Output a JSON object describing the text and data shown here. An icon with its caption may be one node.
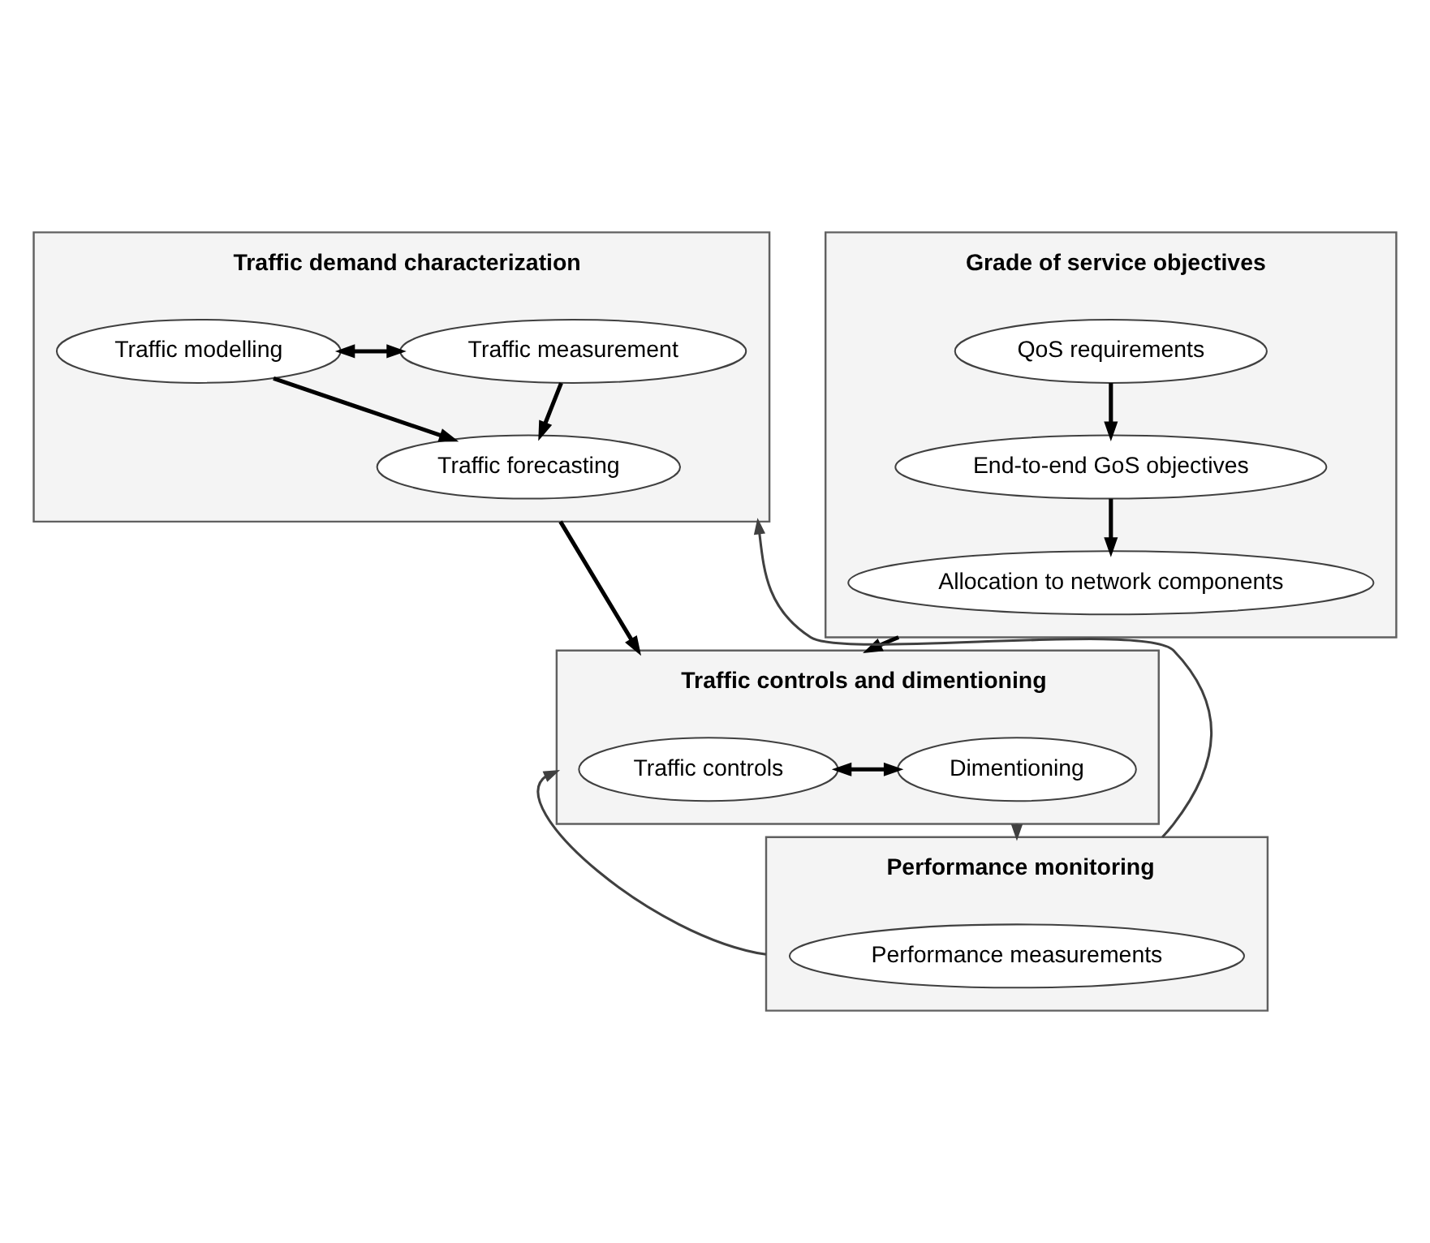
{
  "diagram": {
    "nodes": [
      {
        "text": [
          "Traffic demand characterization"
        ]
      },
      {
        "text": [
          "Traffic modelling"
        ],
        "in": 0
      },
      {
        "text": [
          "Traffic measurement"
        ],
        "in": 0
      },
      {
        "text": [
          "Traffic forecasting"
        ],
        "in": 0
      },
      {
        "text": [
          "Grade of service objectives"
        ]
      },
      {
        "text": [
          "QoS requirements"
        ],
        "in": 4
      },
      {
        "text": [
          "End-to-end GoS objectives"
        ],
        "in": 4
      },
      {
        "text": [
          "Allocation to network components"
        ],
        "in": 4
      },
      {
        "text": [
          "Traffic controls and dimentioning"
        ]
      },
      {
        "text": [
          "Traffic controls"
        ],
        "in": 8
      },
      {
        "text": [
          "Dimentioning"
        ],
        "in": 8
      },
      {
        "text": [
          "Performance monitoring"
        ]
      },
      {
        "text": [
          "Performance measurements"
        ],
        "in": 11
      }
    ],
    "edges": [
      {
        "from": 1,
        "to": 2,
        "arrow": "both"
      },
      {
        "from": 1,
        "to": 3,
        "arrow": "to"
      },
      {
        "from": 2,
        "to": 3,
        "arrow": "to"
      },
      {
        "from": 5,
        "to": 6,
        "arrow": "to"
      },
      {
        "from": 6,
        "to": 7,
        "arrow": "to"
      },
      {
        "from": 0,
        "to": 8,
        "arrow": "to"
      },
      {
        "from": 4,
        "to": 8,
        "arrow": "to"
      },
      {
        "from": 9,
        "to": 10,
        "arrow": "both"
      },
      {
        "from": 8,
        "to": 11,
        "arrow": "to",
        "color": "#404040"
      },
      {
        "from": 11,
        "to": 0,
        "arrow": "to",
        "color": "#404040"
      },
      {
        "from": 11,
        "to": 8,
        "arrow": "to",
        "color": "#404040"
      }
    ]
  }
}
